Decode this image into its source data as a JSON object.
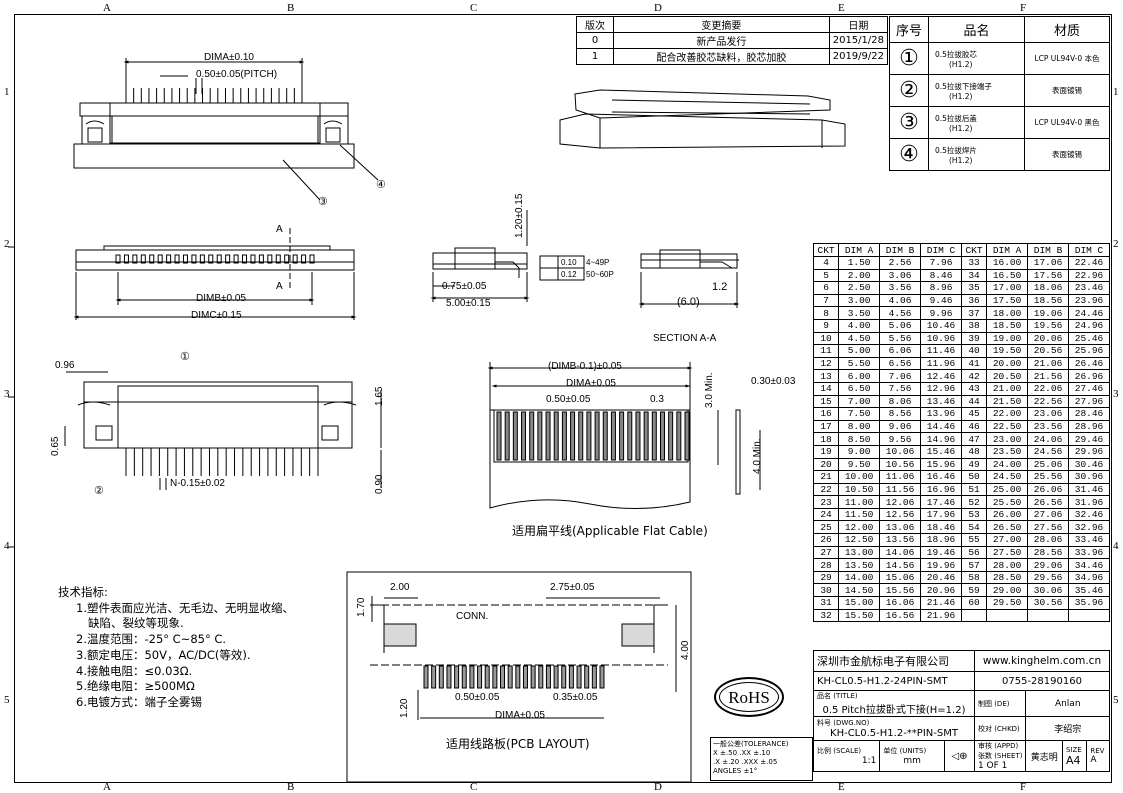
{
  "zones": {
    "cols": [
      "A",
      "B",
      "C",
      "D",
      "E",
      "F"
    ],
    "rows": [
      "1",
      "2",
      "3",
      "4",
      "5"
    ]
  },
  "revision": {
    "headers": [
      "版次",
      "变更摘要",
      "日期"
    ],
    "rows": [
      {
        "ver": "0",
        "desc": "新产品发行",
        "date": "2015/1/28"
      },
      {
        "ver": "1",
        "desc": "配合改善胶芯缺料，胶芯加胶",
        "date": "2019/9/22"
      }
    ]
  },
  "bom": {
    "headers": [
      "序号",
      "品名",
      "材质"
    ],
    "rows": [
      {
        "no": "①",
        "name": "0.5拉拔胶芯",
        "sub": "(H1.2)",
        "material": "LCP UL94V-0 本色"
      },
      {
        "no": "②",
        "name": "0.5拉拔下接端子",
        "sub": "(H1.2)",
        "material": "表面镀锡"
      },
      {
        "no": "③",
        "name": "0.5拉拔后盖",
        "sub": "(H1.2)",
        "material": "LCP UL94V-0 黑色"
      },
      {
        "no": "④",
        "name": "0.5拉拔焊片",
        "sub": "(H1.2)",
        "material": "表面镀锡"
      }
    ]
  },
  "dim_table": {
    "headers": [
      "CKT",
      "DIM A",
      "DIM B",
      "DIM C",
      "CKT",
      "DIM A",
      "DIM B",
      "DIM C"
    ],
    "rows": [
      [
        "4",
        "1.50",
        "2.56",
        "7.96",
        "33",
        "16.00",
        "17.06",
        "22.46"
      ],
      [
        "5",
        "2.00",
        "3.06",
        "8.46",
        "34",
        "16.50",
        "17.56",
        "22.96"
      ],
      [
        "6",
        "2.50",
        "3.56",
        "8.96",
        "35",
        "17.00",
        "18.06",
        "23.46"
      ],
      [
        "7",
        "3.00",
        "4.06",
        "9.46",
        "36",
        "17.50",
        "18.56",
        "23.96"
      ],
      [
        "8",
        "3.50",
        "4.56",
        "9.96",
        "37",
        "18.00",
        "19.06",
        "24.46"
      ],
      [
        "9",
        "4.00",
        "5.06",
        "10.46",
        "38",
        "18.50",
        "19.56",
        "24.96"
      ],
      [
        "10",
        "4.50",
        "5.56",
        "10.96",
        "39",
        "19.00",
        "20.06",
        "25.46"
      ],
      [
        "11",
        "5.00",
        "6.06",
        "11.46",
        "40",
        "19.50",
        "20.56",
        "25.96"
      ],
      [
        "12",
        "5.50",
        "6.56",
        "11.96",
        "41",
        "20.00",
        "21.06",
        "26.46"
      ],
      [
        "13",
        "6.00",
        "7.06",
        "12.46",
        "42",
        "20.50",
        "21.56",
        "26.96"
      ],
      [
        "14",
        "6.50",
        "7.56",
        "12.96",
        "43",
        "21.00",
        "22.06",
        "27.46"
      ],
      [
        "15",
        "7.00",
        "8.06",
        "13.46",
        "44",
        "21.50",
        "22.56",
        "27.96"
      ],
      [
        "16",
        "7.50",
        "8.56",
        "13.96",
        "45",
        "22.00",
        "23.06",
        "28.46"
      ],
      [
        "17",
        "8.00",
        "9.06",
        "14.46",
        "46",
        "22.50",
        "23.56",
        "28.96"
      ],
      [
        "18",
        "8.50",
        "9.56",
        "14.96",
        "47",
        "23.00",
        "24.06",
        "29.46"
      ],
      [
        "19",
        "9.00",
        "10.06",
        "15.46",
        "48",
        "23.50",
        "24.56",
        "29.96"
      ],
      [
        "20",
        "9.50",
        "10.56",
        "15.96",
        "49",
        "24.00",
        "25.06",
        "30.46"
      ],
      [
        "21",
        "10.00",
        "11.06",
        "16.46",
        "50",
        "24.50",
        "25.56",
        "30.96"
      ],
      [
        "22",
        "10.50",
        "11.56",
        "16.96",
        "51",
        "25.00",
        "26.06",
        "31.46"
      ],
      [
        "23",
        "11.00",
        "12.06",
        "17.46",
        "52",
        "25.50",
        "26.56",
        "31.96"
      ],
      [
        "24",
        "11.50",
        "12.56",
        "17.96",
        "53",
        "26.00",
        "27.06",
        "32.46"
      ],
      [
        "25",
        "12.00",
        "13.06",
        "18.46",
        "54",
        "26.50",
        "27.56",
        "32.96"
      ],
      [
        "26",
        "12.50",
        "13.56",
        "18.96",
        "55",
        "27.00",
        "28.06",
        "33.46"
      ],
      [
        "27",
        "13.00",
        "14.06",
        "19.46",
        "56",
        "27.50",
        "28.56",
        "33.96"
      ],
      [
        "28",
        "13.50",
        "14.56",
        "19.96",
        "57",
        "28.00",
        "29.06",
        "34.46"
      ],
      [
        "29",
        "14.00",
        "15.06",
        "20.46",
        "58",
        "28.50",
        "29.56",
        "34.96"
      ],
      [
        "30",
        "14.50",
        "15.56",
        "20.96",
        "59",
        "29.00",
        "30.06",
        "35.46"
      ],
      [
        "31",
        "15.00",
        "16.06",
        "21.46",
        "60",
        "29.50",
        "30.56",
        "35.96"
      ],
      [
        "32",
        "15.50",
        "16.56",
        "21.96",
        "",
        "",
        "",
        ""
      ]
    ]
  },
  "title_block": {
    "company": "深圳市金航标电子有限公司",
    "website": "www.kinghelm.com.cn",
    "part_no": "KH-CL0.5-H1.2-24PIN-SMT",
    "phone": "0755-28190160",
    "rohs": "RoHS",
    "title_label": "品名 (TITLE)",
    "title": "0.5 Pitch拉拔卧式下接(H=1.2)",
    "dwg_label": "料号 (DWG.NO)",
    "dwg_no": "KH-CL0.5-H1.2-**PIN-SMT",
    "drawn_label": "制图 (DE)",
    "drawn": "Anlan",
    "check_label": "校对 (CHKD)",
    "check": "李绍宗",
    "appd_label": "审核 (APPD)",
    "appd": "黄志明",
    "scale_label": "比例 (SCALE)",
    "scale": "1:1",
    "unit_label": "单位 (UNITS)",
    "unit": "mm",
    "sheet_label": "张数 (SHEET)",
    "sheet": "1 OF 1",
    "size_label": "SIZE",
    "size": "A4",
    "rev_label": "REV",
    "rev": "A",
    "tol_title": "一般公差(TOLERANCE)",
    "tol_1": "X ±.50  .XX ±.10",
    "tol_2": ".X ±.20  .XXX ±.05",
    "tol_3": "ANGLES  ±1°"
  },
  "tech": {
    "title": "技术指标:",
    "lines": [
      "1.塑件表面应光洁、无毛边、无明显收缩、",
      "缺陷、裂纹等现象.",
      "2.温度范围：-25° C~85° C.",
      "3.额定电压：50V，AC/DC(等效).",
      "4.接触电阻：≤0.03Ω.",
      "5.绝缘电阻：≥500MΩ",
      "6.电镀方式：端子全雾锡"
    ]
  },
  "dims": {
    "dima_010": "DIMA±0.10",
    "pitch": "0.50±0.05(PITCH)",
    "dimb": "DIMB±0.05",
    "dimc": "DIMC±0.15",
    "sec_a": "A",
    "h120": "1.20±0.15",
    "w075": "0.75±0.05",
    "w500": "5.00±0.15",
    "tol_010": "0.10",
    "tol_010_r": "4~49P",
    "tol_012": "0.12",
    "tol_012_r": "50~60P",
    "d12": "1.2",
    "d60": "(6.0)",
    "section": "SECTION A-A",
    "d096": "0.96",
    "d165": "1.65",
    "d065": "0.65",
    "d090": "0.90",
    "npin": "N-0.15±0.02",
    "fc_dimb": "(DIMB-0.1)±0.05",
    "fc_dima": "DIMA±0.05",
    "fc_050": "0.50±0.05",
    "fc_03": "0.3",
    "fc_30": "3.0 Min.",
    "fc_40": "4.0 Min.",
    "fc_t": "0.30±0.03",
    "fc_caption": "适用扁平线(Applicable Flat Cable)",
    "pcb_200": "2.00",
    "pcb_275": "2.75±0.05",
    "pcb_170": "1.70",
    "pcb_conn": "CONN.",
    "pcb_400": "4.00",
    "pcb_050": "0.50±0.05",
    "pcb_035": "0.35±0.05",
    "pcb_120": "1.20",
    "pcb_dima": "DIMA±0.05",
    "pcb_caption": "适用线路板(PCB LAYOUT)",
    "b1": "①",
    "b2": "②",
    "b3": "③",
    "b4": "④"
  }
}
